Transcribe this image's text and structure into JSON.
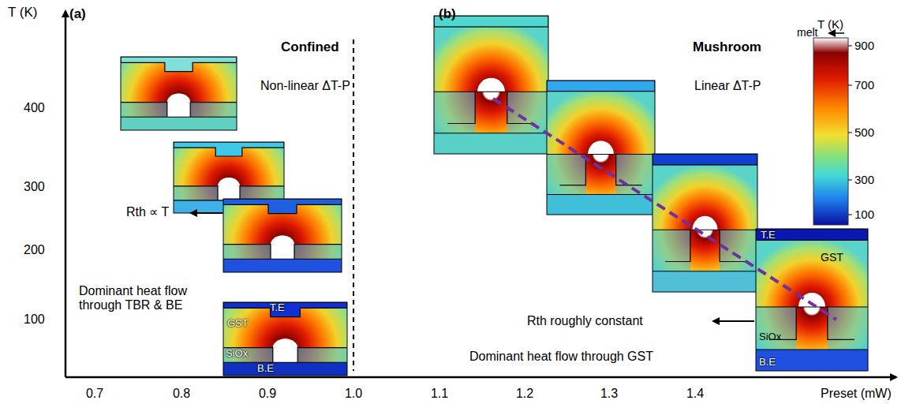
{
  "diagram": {
    "labels": [
      "T (K)",
      "(a)",
      "(b)",
      "Confined",
      "Non-linear ΔT-P",
      "Mushroom",
      "Linear ΔT-P",
      "T (K)",
      "melt",
      "900",
      "700",
      "500",
      "300",
      "100",
      "400",
      "300",
      "200",
      "100",
      "Rth ∝ T",
      "Dominant heat flow through TBR & BE",
      "T.E",
      "GST",
      "SiOx",
      "B.E",
      "Rth roughly constant",
      "Dominant heat flow through GST",
      "T.E",
      "GST",
      "SiOx",
      "B.E",
      "0.7",
      "0.8",
      "0.9",
      "1.0",
      "1.1",
      "1.2",
      "1.3",
      "1.4",
      "Preset (mW)"
    ]
  }
}
